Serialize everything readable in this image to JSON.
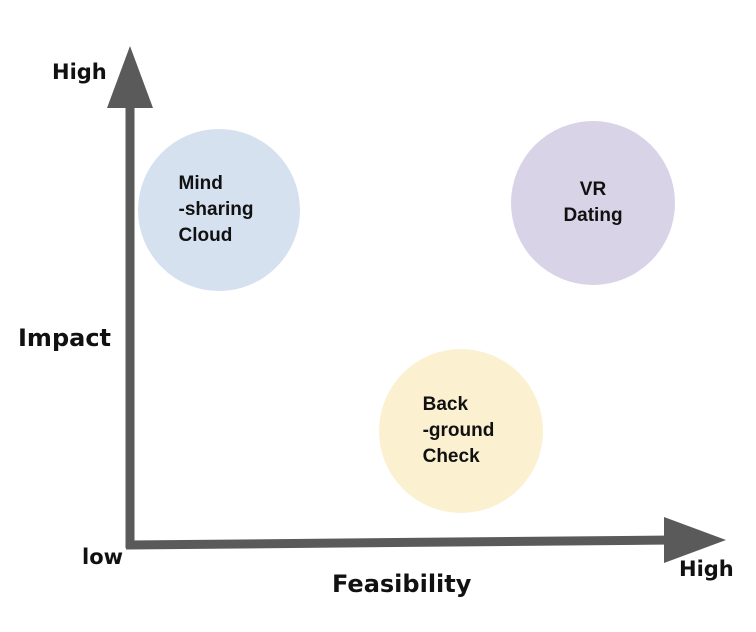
{
  "axes": {
    "y_label": "Impact",
    "y_high": "High",
    "x_label": "Feasibility",
    "x_high": "High",
    "origin_low": "low",
    "axis_color": "#5a5a5a"
  },
  "bubbles": [
    {
      "id": "mind-sharing-cloud",
      "text": "Mind\n-sharing\nCloud",
      "color": "#d6e1f0",
      "feasibility": "low",
      "impact": "high"
    },
    {
      "id": "vr-dating",
      "text": "VR\nDating",
      "color": "#d8d3e6",
      "feasibility": "high",
      "impact": "high"
    },
    {
      "id": "background-check",
      "text": "Back\n-ground\nCheck",
      "color": "#fbf0cf",
      "feasibility": "medium",
      "impact": "low"
    }
  ]
}
